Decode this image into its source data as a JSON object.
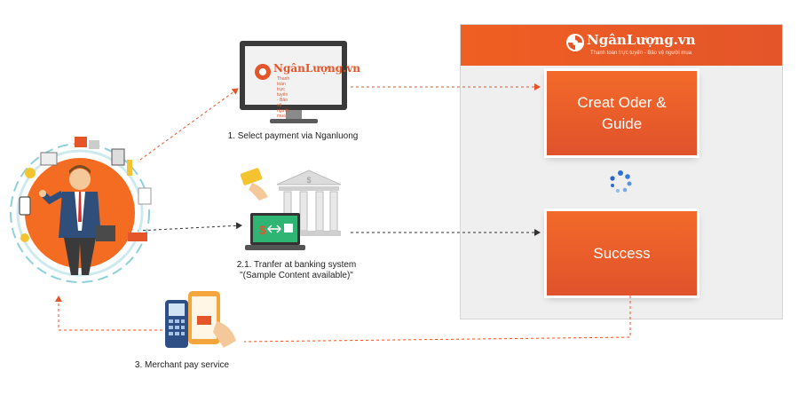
{
  "header": {
    "brand": "NgânLượng.vn",
    "tagline": "Thanh toán trực tuyến - Bảo vệ người mua"
  },
  "monitor": {
    "brand": "NgânLượng.vn",
    "tagline": "Thanh toán trực tuyến - Bảo vệ người mua"
  },
  "steps": {
    "step1": "1. Select payment via Nganluong",
    "step2_line1": "2.1. Tranfer at banking system",
    "step2_line2": "\"(Sample Content available)\"",
    "step3": "3. Merchant pay service"
  },
  "boxes": {
    "create_line1": "Creat Oder &",
    "create_line2": "Guide",
    "success": "Success"
  },
  "colors": {
    "accent": "#e4552a",
    "panel": "#efefef",
    "loader": "#2e6fd1"
  },
  "icons": [
    "businessman-icon",
    "monitor-icon",
    "bank-icon",
    "laptop-icon",
    "credit-card-icon",
    "pos-terminal-icon",
    "phone-pay-icon",
    "loading-spinner-icon"
  ]
}
